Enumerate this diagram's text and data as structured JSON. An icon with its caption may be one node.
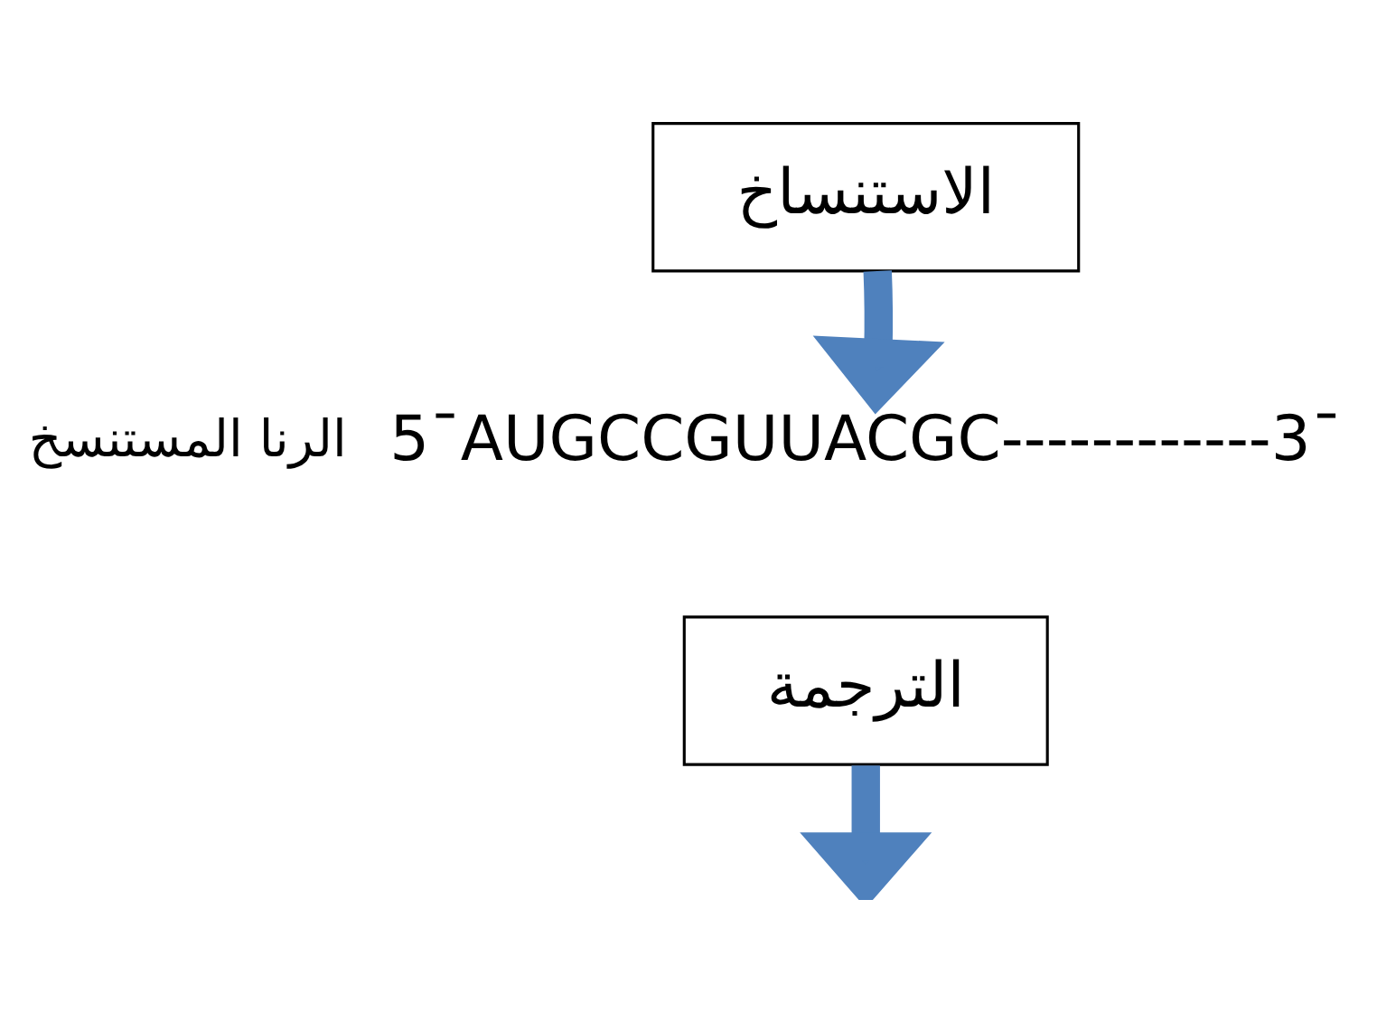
{
  "diagram": {
    "nodes": [
      {
        "text": [
          "الاستنساخ"
        ]
      },
      {
        "text": [
          "5ˉAUGCCGUUACGC------------3ˉ"
        ],
        "beside": [
          "الرنا المستنسخ"
        ]
      },
      {
        "text": [
          "الترجمة"
        ]
      }
    ],
    "edges": [
      {
        "from": 0,
        "to": 1,
        "arrow": "to"
      },
      {
        "from": 2,
        "to": null,
        "arrow": "to"
      }
    ]
  }
}
